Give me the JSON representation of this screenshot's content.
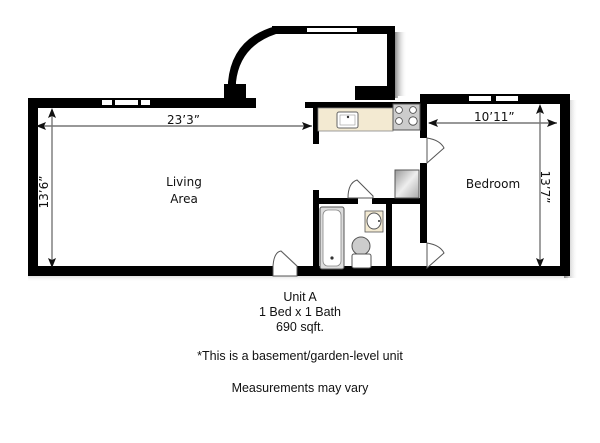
{
  "floor_plan": {
    "rooms": [
      {
        "name": "living-area",
        "label_line1": "Living",
        "label_line2": "Area"
      },
      {
        "name": "bedroom",
        "label": "Bedroom"
      },
      {
        "name": "kitchen",
        "label": ""
      },
      {
        "name": "bathroom",
        "label": ""
      }
    ],
    "dimensions": {
      "living_width": "23’3”",
      "living_depth": "13’6”",
      "bedroom_width": "10’11”",
      "bedroom_depth": "13’7”"
    },
    "colors": {
      "wall": "#000000",
      "countertop": "#f3ead2",
      "dimension_line": "#777777",
      "shadow": "#bbbbbb"
    }
  },
  "unit_info": {
    "unit_name": "Unit A",
    "bed_bath": "1 Bed x 1 Bath",
    "area": "690 sqft.",
    "note": "*This is a basement/garden-level unit",
    "disclaimer": "Measurements may vary"
  }
}
